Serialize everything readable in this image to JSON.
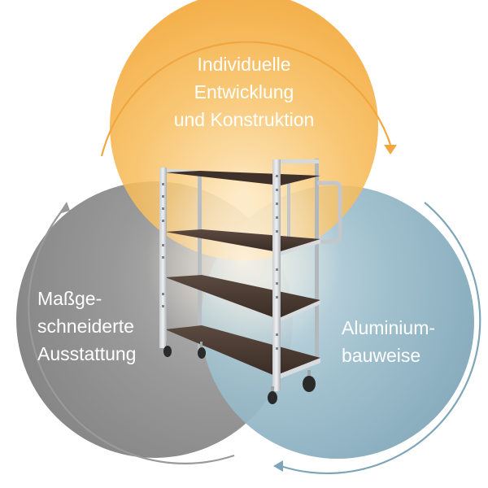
{
  "colors": {
    "top_circle": "#F4A934",
    "left_circle": "#8E8E8E",
    "right_circle": "#7FA8BB",
    "top_arrow": "#F2A640",
    "left_arrow": "#9A9A9A",
    "right_arrow": "#7EA5B8",
    "label": "#FFFFFF"
  },
  "labels": {
    "top": [
      "Individuelle",
      "Entwicklung",
      "und Konstruktion"
    ],
    "left": [
      "Maßge-",
      "schneiderte",
      "Ausstattung"
    ],
    "right": [
      "Aluminium-",
      "bauweise"
    ]
  },
  "icons": {
    "top_arrow": "clockwise-arrow-icon",
    "left_arrow": "clockwise-arrow-icon",
    "right_arrow": "clockwise-arrow-icon",
    "center_image": "trolley-cart-icon"
  }
}
